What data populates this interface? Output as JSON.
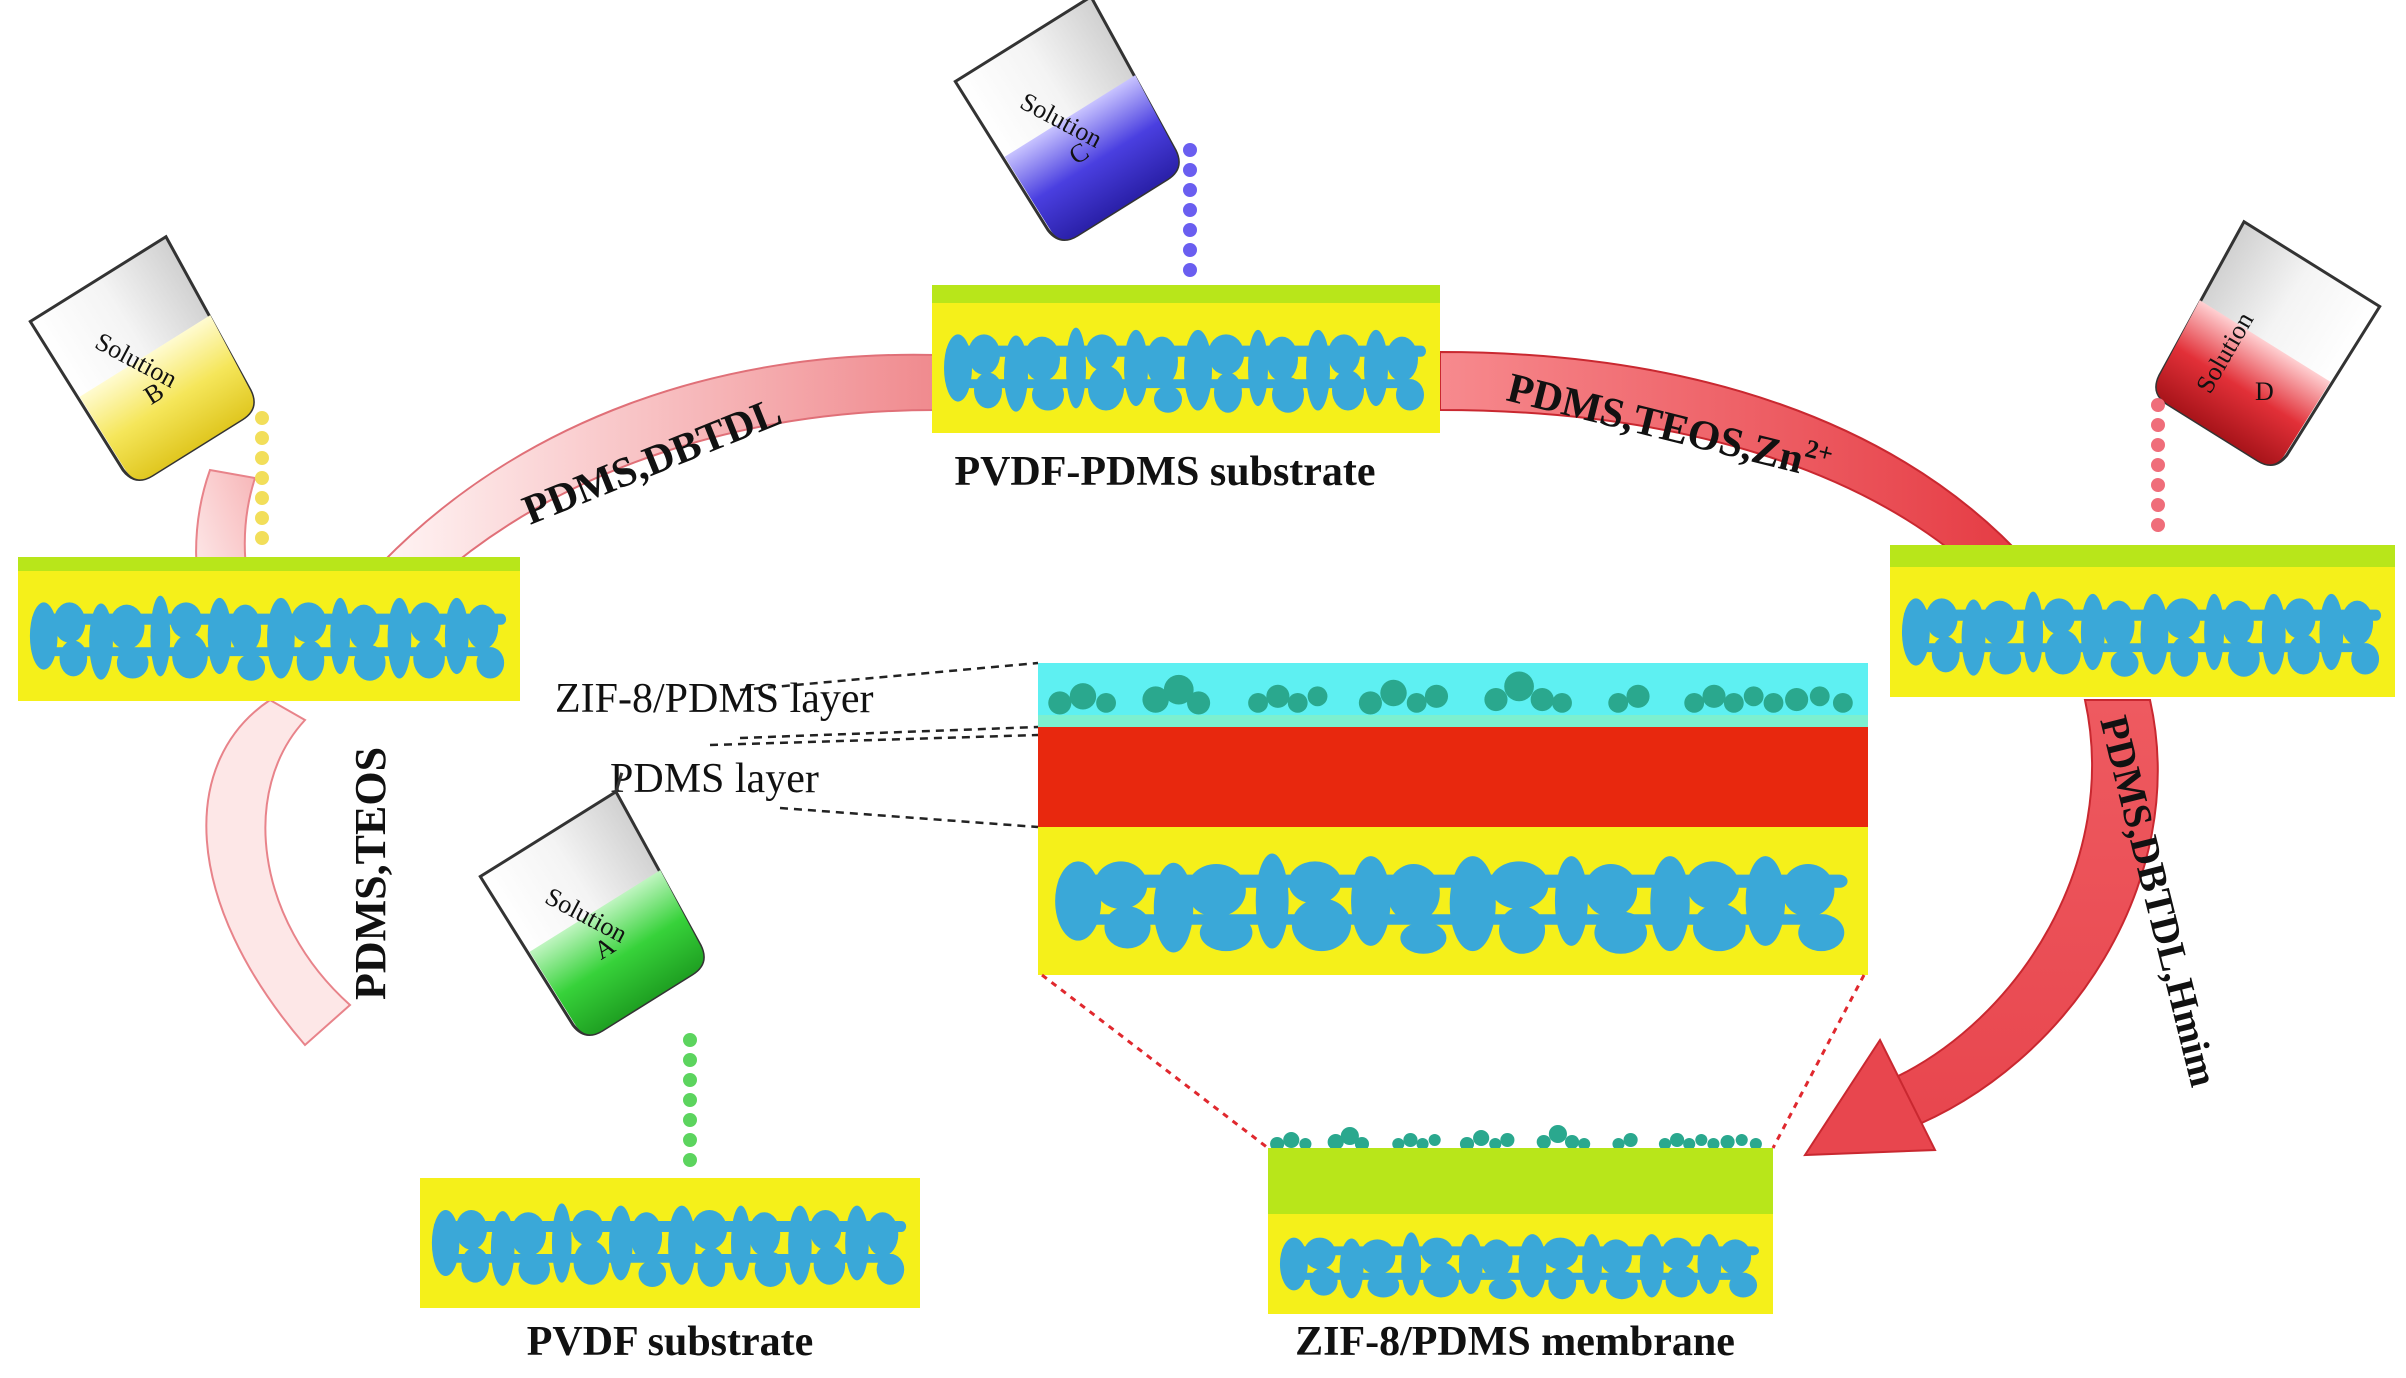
{
  "steps": {
    "a_to_b": "PDMS,TEOS",
    "b_to_c": "PDMS,DBTDL",
    "c_to_d": "PDMS,TEOS,Zn",
    "c_to_d_sup": "2+",
    "d_to_e": "PDMS,DBTDL,Hmim"
  },
  "labels": {
    "pvdf_substrate": "PVDF substrate",
    "pvdf_pdms_substrate": "PVDF-PDMS substrate",
    "zif8_pdms_membrane": "ZIF-8/PDMS membrane",
    "zif8_pdms_layer": "ZIF-8/PDMS layer",
    "pdms_layer": "PDMS layer"
  },
  "beakers": [
    {
      "name": "Solution",
      "letter": "A",
      "color": "#37d23a"
    },
    {
      "name": "Solution",
      "letter": "B",
      "color": "#f2e04a"
    },
    {
      "name": "Solution",
      "letter": "C",
      "color": "#4a3fe0"
    },
    {
      "name": "Solution",
      "letter": "D",
      "color": "#d9262e"
    }
  ],
  "colors": {
    "substrate_yellow": "#f5f01a",
    "pore_blue": "#3aa8d8",
    "film_green": "#b8e61a",
    "arrow_red": "#e8464e",
    "arrow_pink": "#f9c8c8",
    "pdms_red": "#e8280e",
    "zif_cyan": "#5ef0f2",
    "particle_teal": "#2aa88e"
  }
}
